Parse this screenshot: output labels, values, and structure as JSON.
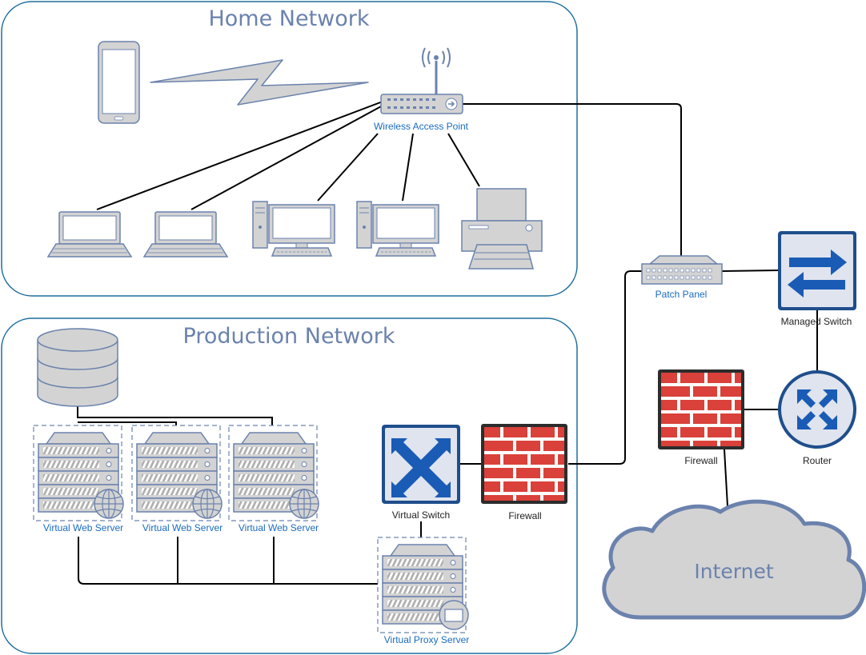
{
  "groups": {
    "home": "Home Network",
    "production": "Production Network"
  },
  "labels": {
    "wireless_access_point": "Wireless Access Point",
    "patch_panel": "Patch Panel",
    "managed_switch": "Managed Switch",
    "firewall_right": "Firewall",
    "router": "Router",
    "internet": "Internet",
    "virtual_switch": "Virtual Switch",
    "firewall_production": "Firewall",
    "virtual_web_server_1": "Virtual Web Server",
    "virtual_web_server_2": "Virtual Web Server",
    "virtual_web_server_3": "Virtual Web Server",
    "virtual_proxy_server": "Virtual Proxy Server"
  },
  "colors": {
    "group_border": "#1f6e9c",
    "group_title": "#6b82ad",
    "device_fill": "#d3d3d3",
    "device_stroke": "#6b82ad",
    "label_blue": "#1a6bbf",
    "firewall_brick": "#d9413a",
    "switch_icon_blue": "#1a5bb5",
    "line": "#000000"
  }
}
